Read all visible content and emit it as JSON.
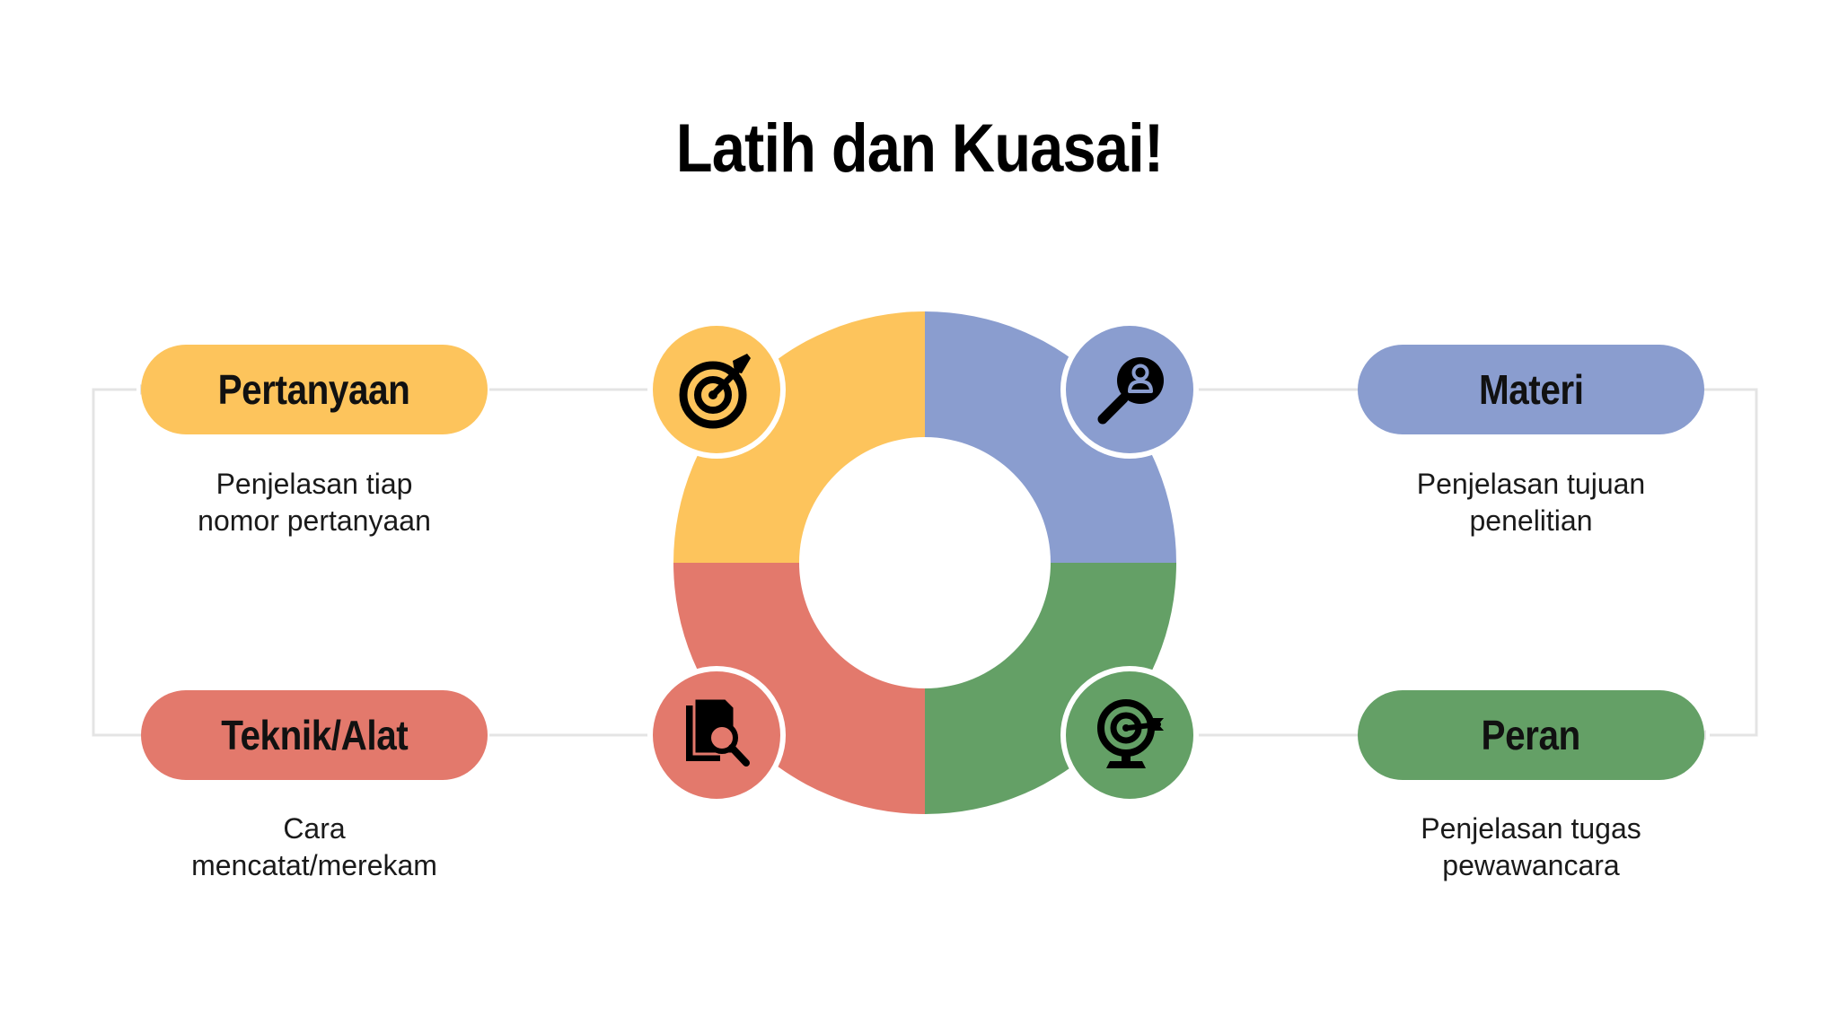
{
  "title": "Latih dan Kuasai!",
  "colors": {
    "yellow": "#FDC45C",
    "blue": "#8A9DCF",
    "red": "#E3796C",
    "green": "#64A066",
    "connector": "#E4E4E4"
  },
  "items": [
    {
      "label": "Pertanyaan",
      "description": [
        "Penjelasan tiap",
        "nomor pertanyaan"
      ],
      "color": "#FDC45C",
      "icon": "target-arrow-icon"
    },
    {
      "label": "Materi",
      "description": [
        "Penjelasan tujuan",
        "penelitian"
      ],
      "color": "#8A9DCF",
      "icon": "search-user-icon"
    },
    {
      "label": "Teknik/Alat",
      "description": [
        "Cara",
        "mencatat/merekam"
      ],
      "color": "#E3796C",
      "icon": "document-search-icon"
    },
    {
      "label": "Peran",
      "description": [
        "Penjelasan tugas",
        "pewawancara"
      ],
      "color": "#64A066",
      "icon": "target-stand-icon"
    }
  ]
}
